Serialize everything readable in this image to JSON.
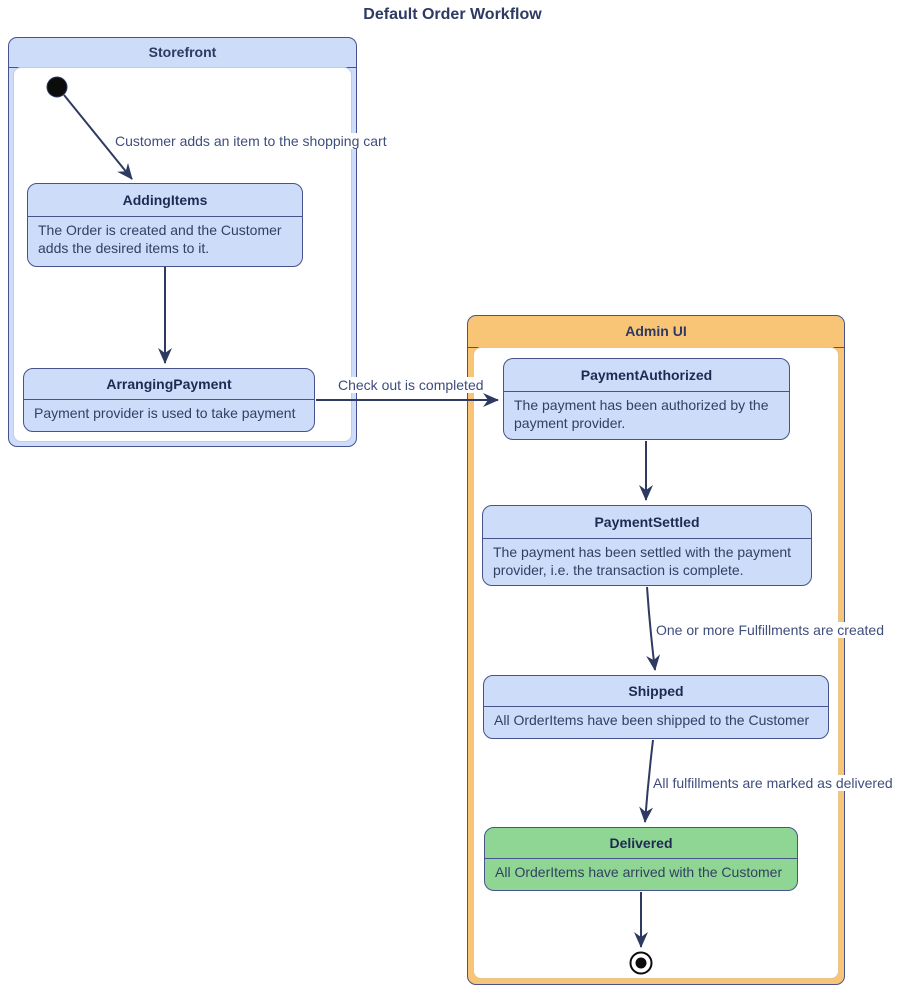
{
  "diagram_title": "Default Order Workflow",
  "containers": {
    "storefront": {
      "label": "Storefront"
    },
    "admin_ui": {
      "label": "Admin UI"
    }
  },
  "states": {
    "adding_items": {
      "title": "AddingItems",
      "description": "The Order is created and the Customer adds the desired items to it."
    },
    "arranging_payment": {
      "title": "ArrangingPayment",
      "description": "Payment provider is used to take payment"
    },
    "payment_authorized": {
      "title": "PaymentAuthorized",
      "description": "The payment has been authorized by the payment provider."
    },
    "payment_settled": {
      "title": "PaymentSettled",
      "description": "The payment has been settled with the payment provider, i.e. the transaction is complete."
    },
    "shipped": {
      "title": "Shipped",
      "description": "All OrderItems have been shipped to the Customer"
    },
    "delivered": {
      "title": "Delivered",
      "description": "All OrderItems have arrived with the Customer"
    }
  },
  "transitions": {
    "add_item": {
      "label": "Customer adds an item to the shopping cart"
    },
    "checkout": {
      "label": "Check out is completed"
    },
    "fulfillments_created": {
      "label": "One or more Fulfillments are created"
    },
    "fulfillments_delivered": {
      "label": "All fulfillments are marked as delivered"
    }
  },
  "colors": {
    "state_fill": "#ccdcf9",
    "state_border": "#46538c",
    "delivered_fill": "#8fd694",
    "admin_header_fill": "#f8c576",
    "edge_color": "#2e3a62",
    "text_color": "#333f63"
  }
}
